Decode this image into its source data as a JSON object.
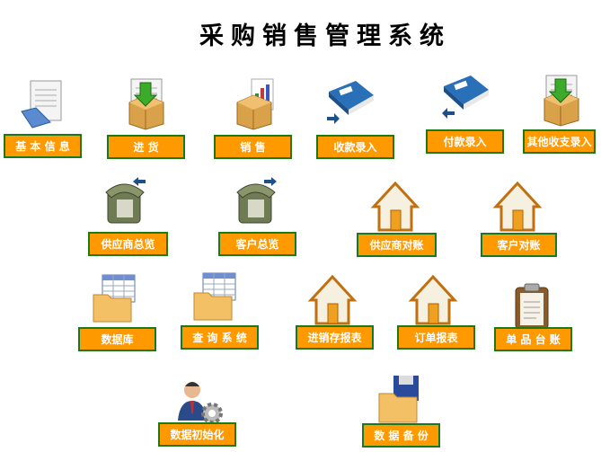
{
  "title": "采购销售管理系统",
  "buttons": {
    "basic_info": "基 本 信 息",
    "purchase": "进 货",
    "sales": "销 售",
    "receipt_entry": "收款录入",
    "payment_entry": "付款录入",
    "other_income_expense": "其他收支录入",
    "supplier_overview": "供应商总览",
    "customer_overview": "客户总览",
    "supplier_reconcile": "供应商对账",
    "customer_reconcile": "客户对账",
    "database": "数据库",
    "query_system": "查 询 系 统",
    "inventory_report": "进销存报表",
    "order_report": "订单报表",
    "item_ledger": "单 品 台 账",
    "data_init": "数据初始化",
    "data_backup": "数 据 备 份"
  },
  "colors": {
    "button_bg": "#FF9900",
    "button_border": "#1a7a1a"
  }
}
